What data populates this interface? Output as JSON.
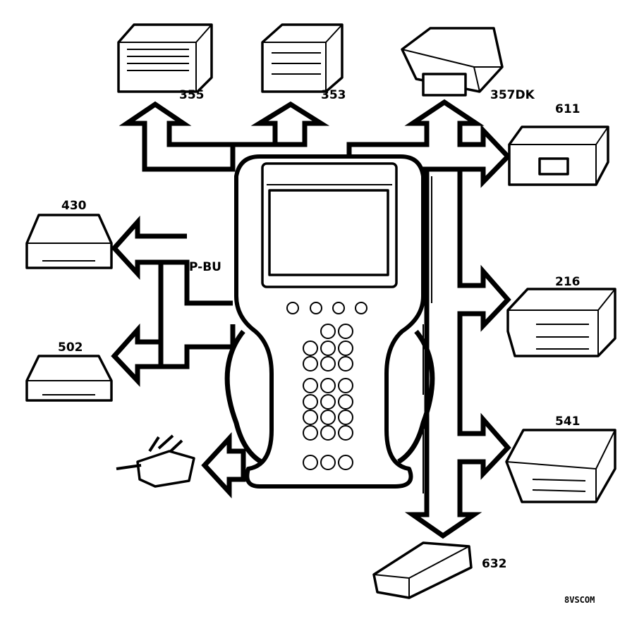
{
  "modules": {
    "m355": "355",
    "m353": "353",
    "m357dk": "357DK",
    "m611": "611",
    "m430": "430",
    "m502": "502",
    "m216": "216",
    "m541": "541",
    "m632": "632"
  },
  "bus_label": "P-BU",
  "corner_code": "8VSCOM"
}
